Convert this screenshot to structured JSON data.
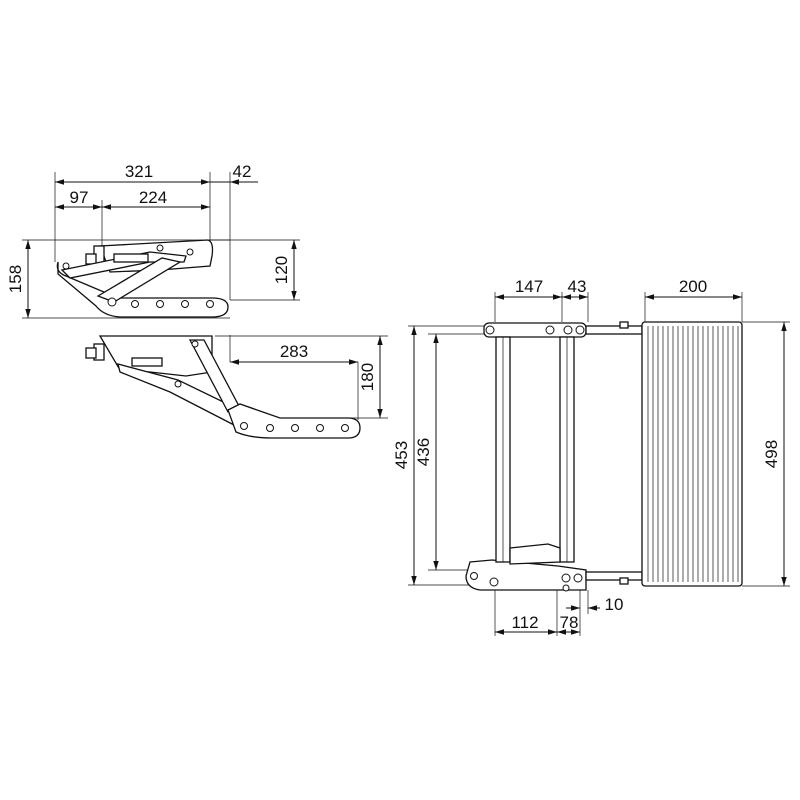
{
  "diagram": {
    "top_view_dimensions": {
      "overall_width": "321",
      "offset": "42",
      "left_segment": "97",
      "right_segment": "224",
      "total_height": "158",
      "inner_height": "120"
    },
    "extended_view_dimensions": {
      "extension": "283",
      "drop": "180"
    },
    "plan_view_dimensions": {
      "top_left": "147",
      "top_mid": "43",
      "top_right": "200",
      "outer_height": "453",
      "inner_height": "436",
      "overall_depth": "498",
      "bottom_left": "112",
      "bottom_mid": "78",
      "bottom_small": "10"
    }
  }
}
